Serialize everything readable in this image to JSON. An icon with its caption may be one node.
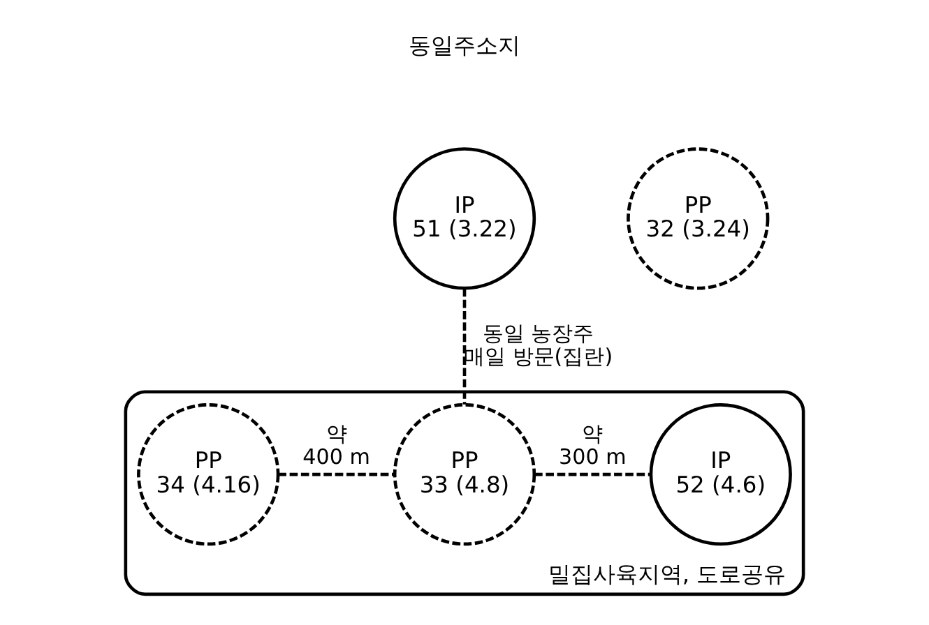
{
  "diagram": {
    "nodes": [
      {
        "text": [
          "IP 51 (3.22)"
        ]
      },
      {
        "text": [
          "PP 32 (3.24)"
        ]
      },
      {
        "text": [
          "밀집사육지역, 도로공유"
        ]
      },
      {
        "text": [
          "PP 34 (4.16)"
        ],
        "in": 2
      },
      {
        "text": [
          "PP 33 (4.8)"
        ],
        "in": 2
      },
      {
        "text": [
          "IP 52 (4.6)"
        ],
        "in": 2
      }
    ],
    "edges": [
      {
        "from": 0,
        "to": 4,
        "arrow": "none",
        "style": "dashed",
        "label": "동일 농장주 매일 방문(집란)"
      },
      {
        "from": 3,
        "to": 4,
        "arrow": "none",
        "style": "dashed",
        "label": "약 400 m"
      },
      {
        "from": 4,
        "to": 5,
        "arrow": "none",
        "style": "dashed",
        "label": "약 300 m"
      }
    ],
    "labels": [
      "동일주소지"
    ]
  }
}
